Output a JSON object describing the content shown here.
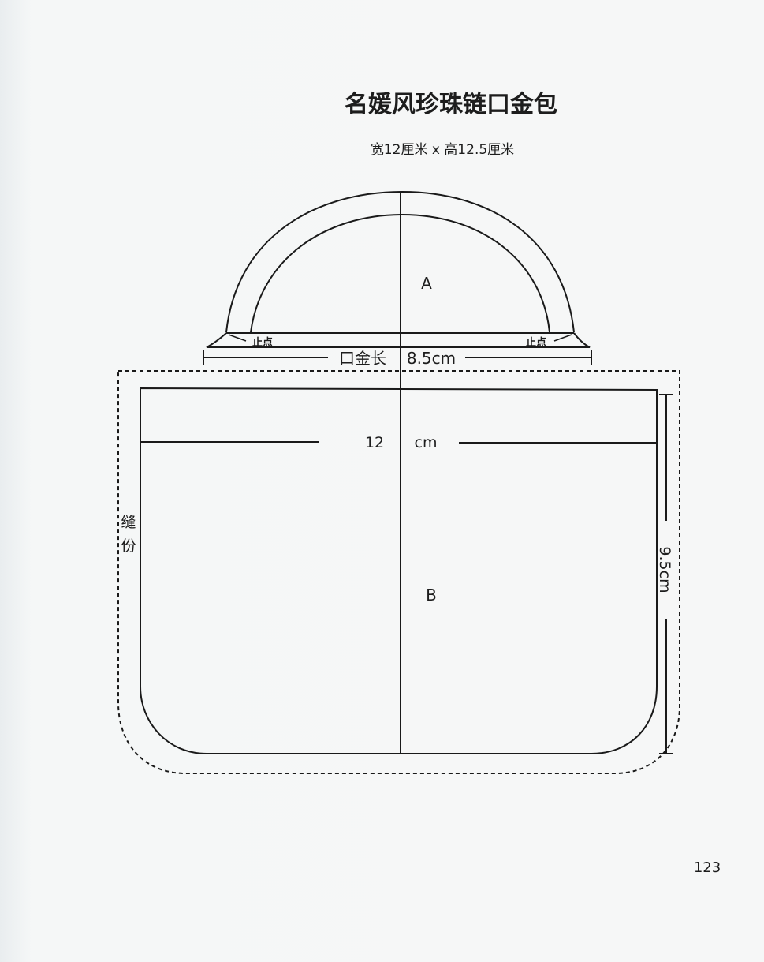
{
  "title": "名媛风珍珠链口金包",
  "subtitle": "宽12厘米 x 高12.5厘米",
  "pattern": {
    "piece_a_label": "A",
    "piece_b_label": "B",
    "stop_point_left": "止点",
    "stop_point_right": "止点",
    "frame_length_label": "口金长",
    "frame_length_value": "8.5cm",
    "width_value": "12",
    "width_unit": "cm",
    "height_label": "9.5cm",
    "seam_allowance_chars": [
      "缝",
      "份"
    ]
  },
  "page_number": "123"
}
